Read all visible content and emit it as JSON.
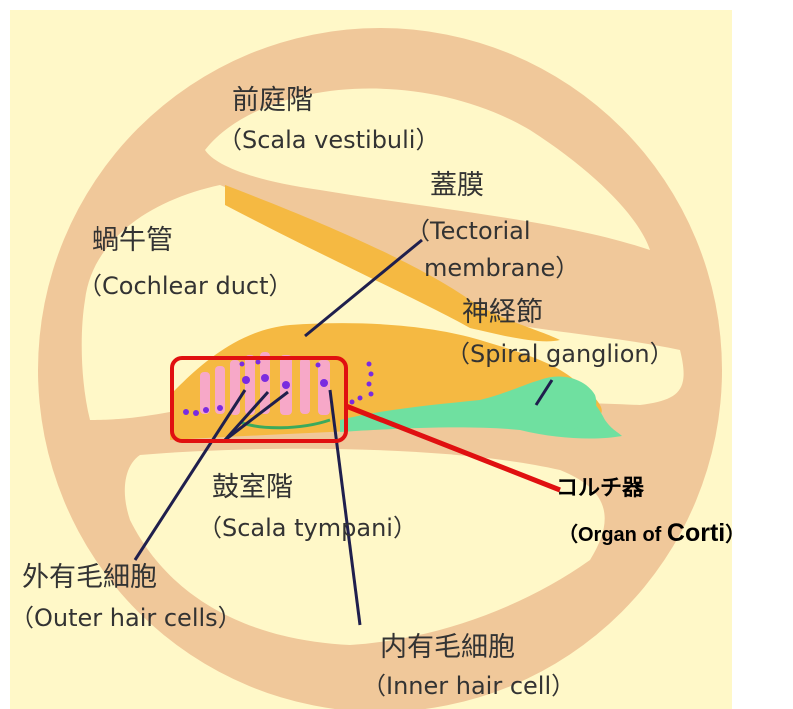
{
  "colors": {
    "background": "#FFF8C8",
    "ring": "#F0C89A",
    "structure": "#F5B942",
    "ganglion": "#6FE0A0",
    "leader_line": "#1F1F4D",
    "highlight": "#E01010"
  },
  "labels": {
    "scala_vestibuli": {
      "jp": "前庭階",
      "en": "（Scala vestibuli）"
    },
    "tectorial_membrane": {
      "jp": "蓋膜",
      "en1": "（Tectorial",
      "en2": "membrane）"
    },
    "cochlear_duct": {
      "jp": "蝸牛管",
      "en": "（Cochlear duct）"
    },
    "spiral_ganglion": {
      "jp": "神経節",
      "en": "（Spiral ganglion）"
    },
    "scala_tympani": {
      "jp": "鼓室階",
      "en": "（Scala tympani）"
    },
    "organ_of_corti": {
      "jp": "コルチ器",
      "en_prefix": "（Organ of ",
      "en_main": "Corti",
      "en_suffix": "）"
    },
    "outer_hair_cells": {
      "jp": "外有毛細胞",
      "en": "（Outer hair cells）"
    },
    "inner_hair_cell": {
      "jp": "内有毛細胞",
      "en": "（Inner hair cell）"
    }
  }
}
